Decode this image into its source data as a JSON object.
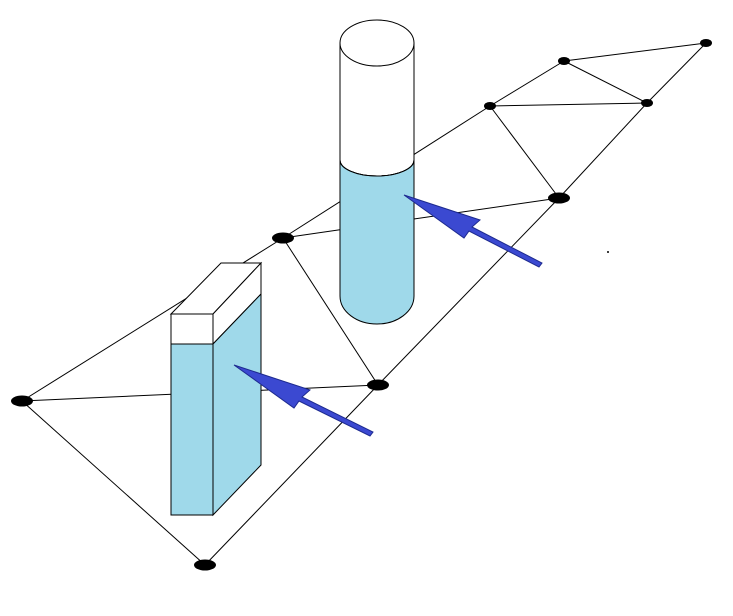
{
  "colors": {
    "line": "#000000",
    "node": "#000000",
    "water": "#9fd9ea",
    "empty": "#ffffff",
    "arrow": "#3b49d1"
  },
  "mesh": {
    "nodes": [
      {
        "id": "n1",
        "label": ""
      },
      {
        "id": "n2",
        "label": ""
      },
      {
        "id": "n3",
        "label": ""
      },
      {
        "id": "n4",
        "label": ""
      },
      {
        "id": "n5",
        "label": ""
      },
      {
        "id": "n6",
        "label": ""
      },
      {
        "id": "n7",
        "label": ""
      },
      {
        "id": "n8",
        "label": ""
      },
      {
        "id": "n9",
        "label": ""
      }
    ],
    "edge_count": 17
  },
  "objects": [
    {
      "id": "rectangular-tank",
      "shape": "box",
      "fill_level": 0.83
    },
    {
      "id": "cylindrical-tank",
      "shape": "cylinder",
      "fill_level": 0.6
    }
  ]
}
